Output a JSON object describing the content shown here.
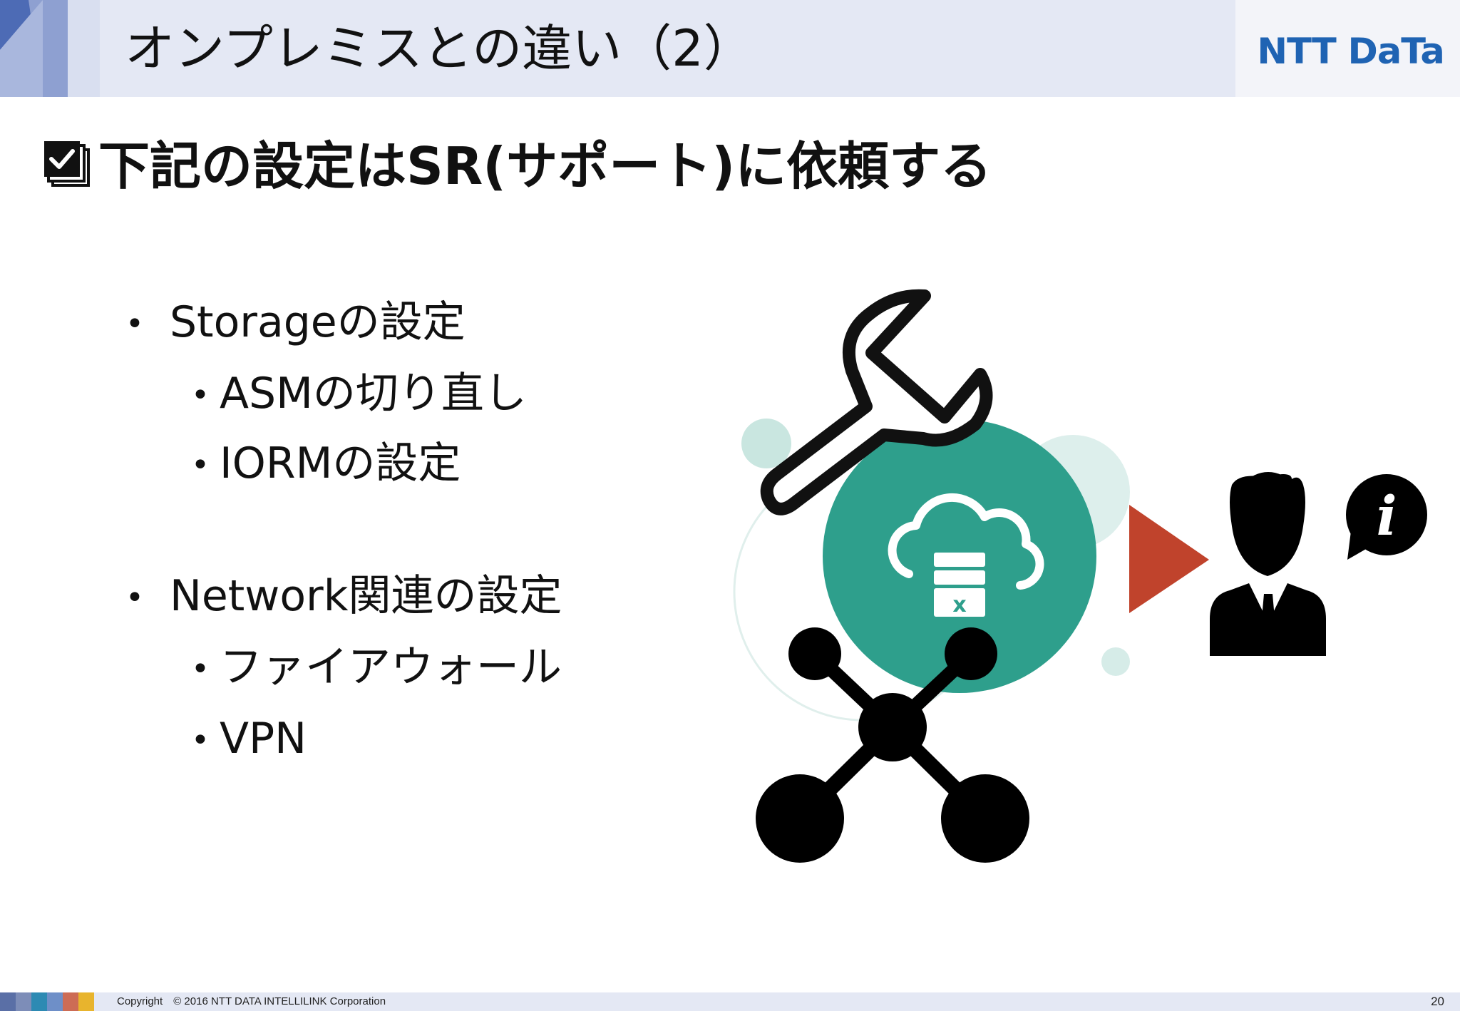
{
  "header": {
    "title": "オンプレミスとの違い（2）",
    "logo_text": "NTT DaTa",
    "brand_color": "#1f63b3"
  },
  "subtitle": {
    "icon": "checkbox-checked-icon",
    "text": "下記の設定はSR(サポート)に依頼する"
  },
  "bullets": {
    "bullet_glyph": "•",
    "items": [
      {
        "label": "Storageの設定",
        "level": 1
      },
      {
        "label": "ASMの切り直し",
        "level": 2
      },
      {
        "label": "IORMの設定",
        "level": 2
      },
      {
        "label": "Network関連の設定",
        "level": 1
      },
      {
        "label": "ファイアウォール",
        "level": 2
      },
      {
        "label": "VPN",
        "level": 2
      }
    ]
  },
  "illustration": {
    "icons": [
      "wrench-icon",
      "cloud-database-icon",
      "network-nodes-icon",
      "arrow-right-icon",
      "person-icon",
      "info-speech-bubble-icon"
    ],
    "accent_teal": "#2e9f8c",
    "accent_red": "#c0432c",
    "info_glyph": "i"
  },
  "footer": {
    "copyright": "Copyright　© 2016  NTT DATA INTELLILINK Corporation",
    "page_number": "20",
    "swatch_colors": [
      "#5a6fa6",
      "#7d8db8",
      "#2d8ab3",
      "#6e8fc8",
      "#cd6c55",
      "#e8b42d"
    ]
  }
}
